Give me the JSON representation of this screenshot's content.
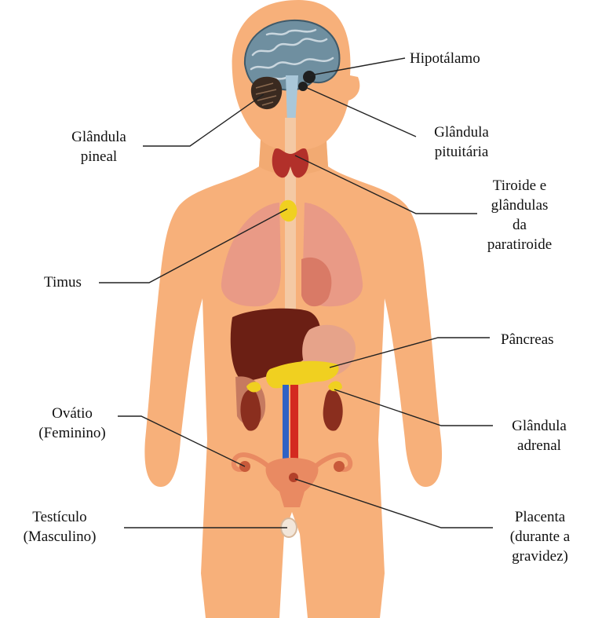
{
  "colors": {
    "skin": "#f7b07a",
    "skin_shade": "#eea66c",
    "brain": "#6f8fa0",
    "lung": "#e99a86",
    "liver": "#6b1f14",
    "gland": "#f0d020",
    "kidney": "#8a2e1e",
    "thyroid": "#b2302a",
    "uterus": "#e98a62",
    "vein": "#2f62c4",
    "artery": "#d42a20",
    "leader_line": "#222222"
  },
  "labels": {
    "hipotalamo": [
      "Hipotálamo"
    ],
    "pituitaria": [
      "Glândula",
      "pituitária"
    ],
    "pineal": [
      "Glândula",
      "pineal"
    ],
    "tiroide": [
      "Tiroide e",
      "glândulas",
      "da",
      "paratiroide"
    ],
    "timus": [
      "Timus"
    ],
    "pancreas": [
      "Pâncreas"
    ],
    "adrenal": [
      "Glândula",
      "adrenal"
    ],
    "ovario": [
      "Ovátio",
      "(Feminino)"
    ],
    "testiculo": [
      "Testículo",
      "(Masculino)"
    ],
    "placenta": [
      "Placenta",
      "(durante a",
      "gravidez)"
    ]
  }
}
